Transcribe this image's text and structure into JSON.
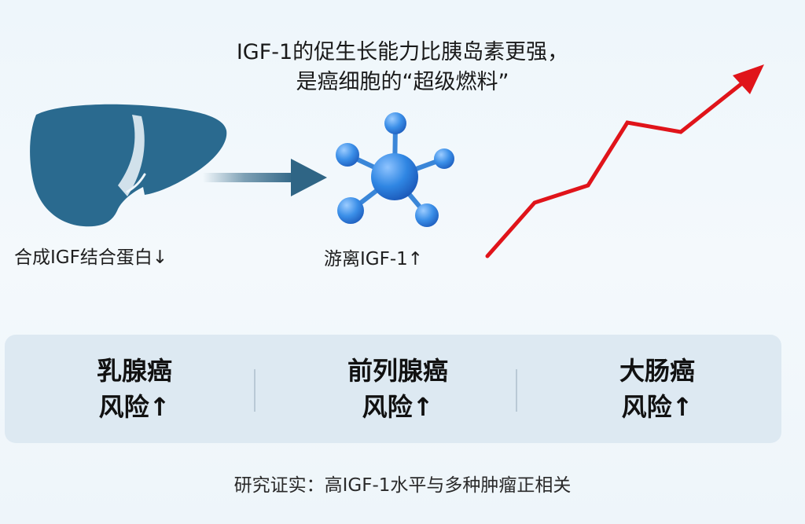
{
  "headline": {
    "line1": "IGF-1的促生长能力比胰岛素更强，",
    "line2": "是癌细胞的“超级燃料”"
  },
  "liver": {
    "icon": "liver-icon",
    "color": "#2a6a8f",
    "caption": "合成IGF结合蛋白↓"
  },
  "flow_arrow": {
    "icon": "arrow-right-icon",
    "color": "#2f6585"
  },
  "molecule": {
    "icon": "molecule-icon",
    "color": "#2f86e3",
    "caption": "游离IGF-1↑"
  },
  "trend": {
    "icon": "rising-trend-arrow-icon",
    "color": "#e0141a"
  },
  "risks": [
    {
      "line1": "乳腺癌",
      "line2": "风险↑"
    },
    {
      "line1": "前列腺癌",
      "line2": "风险↑"
    },
    {
      "line1": "大肠癌",
      "line2": "风险↑"
    }
  ],
  "footnote": "研究证实：高IGF-1水平与多种肿瘤正相关",
  "colors": {
    "panel": "#dde9f2",
    "divider": "#b9c9d6"
  }
}
